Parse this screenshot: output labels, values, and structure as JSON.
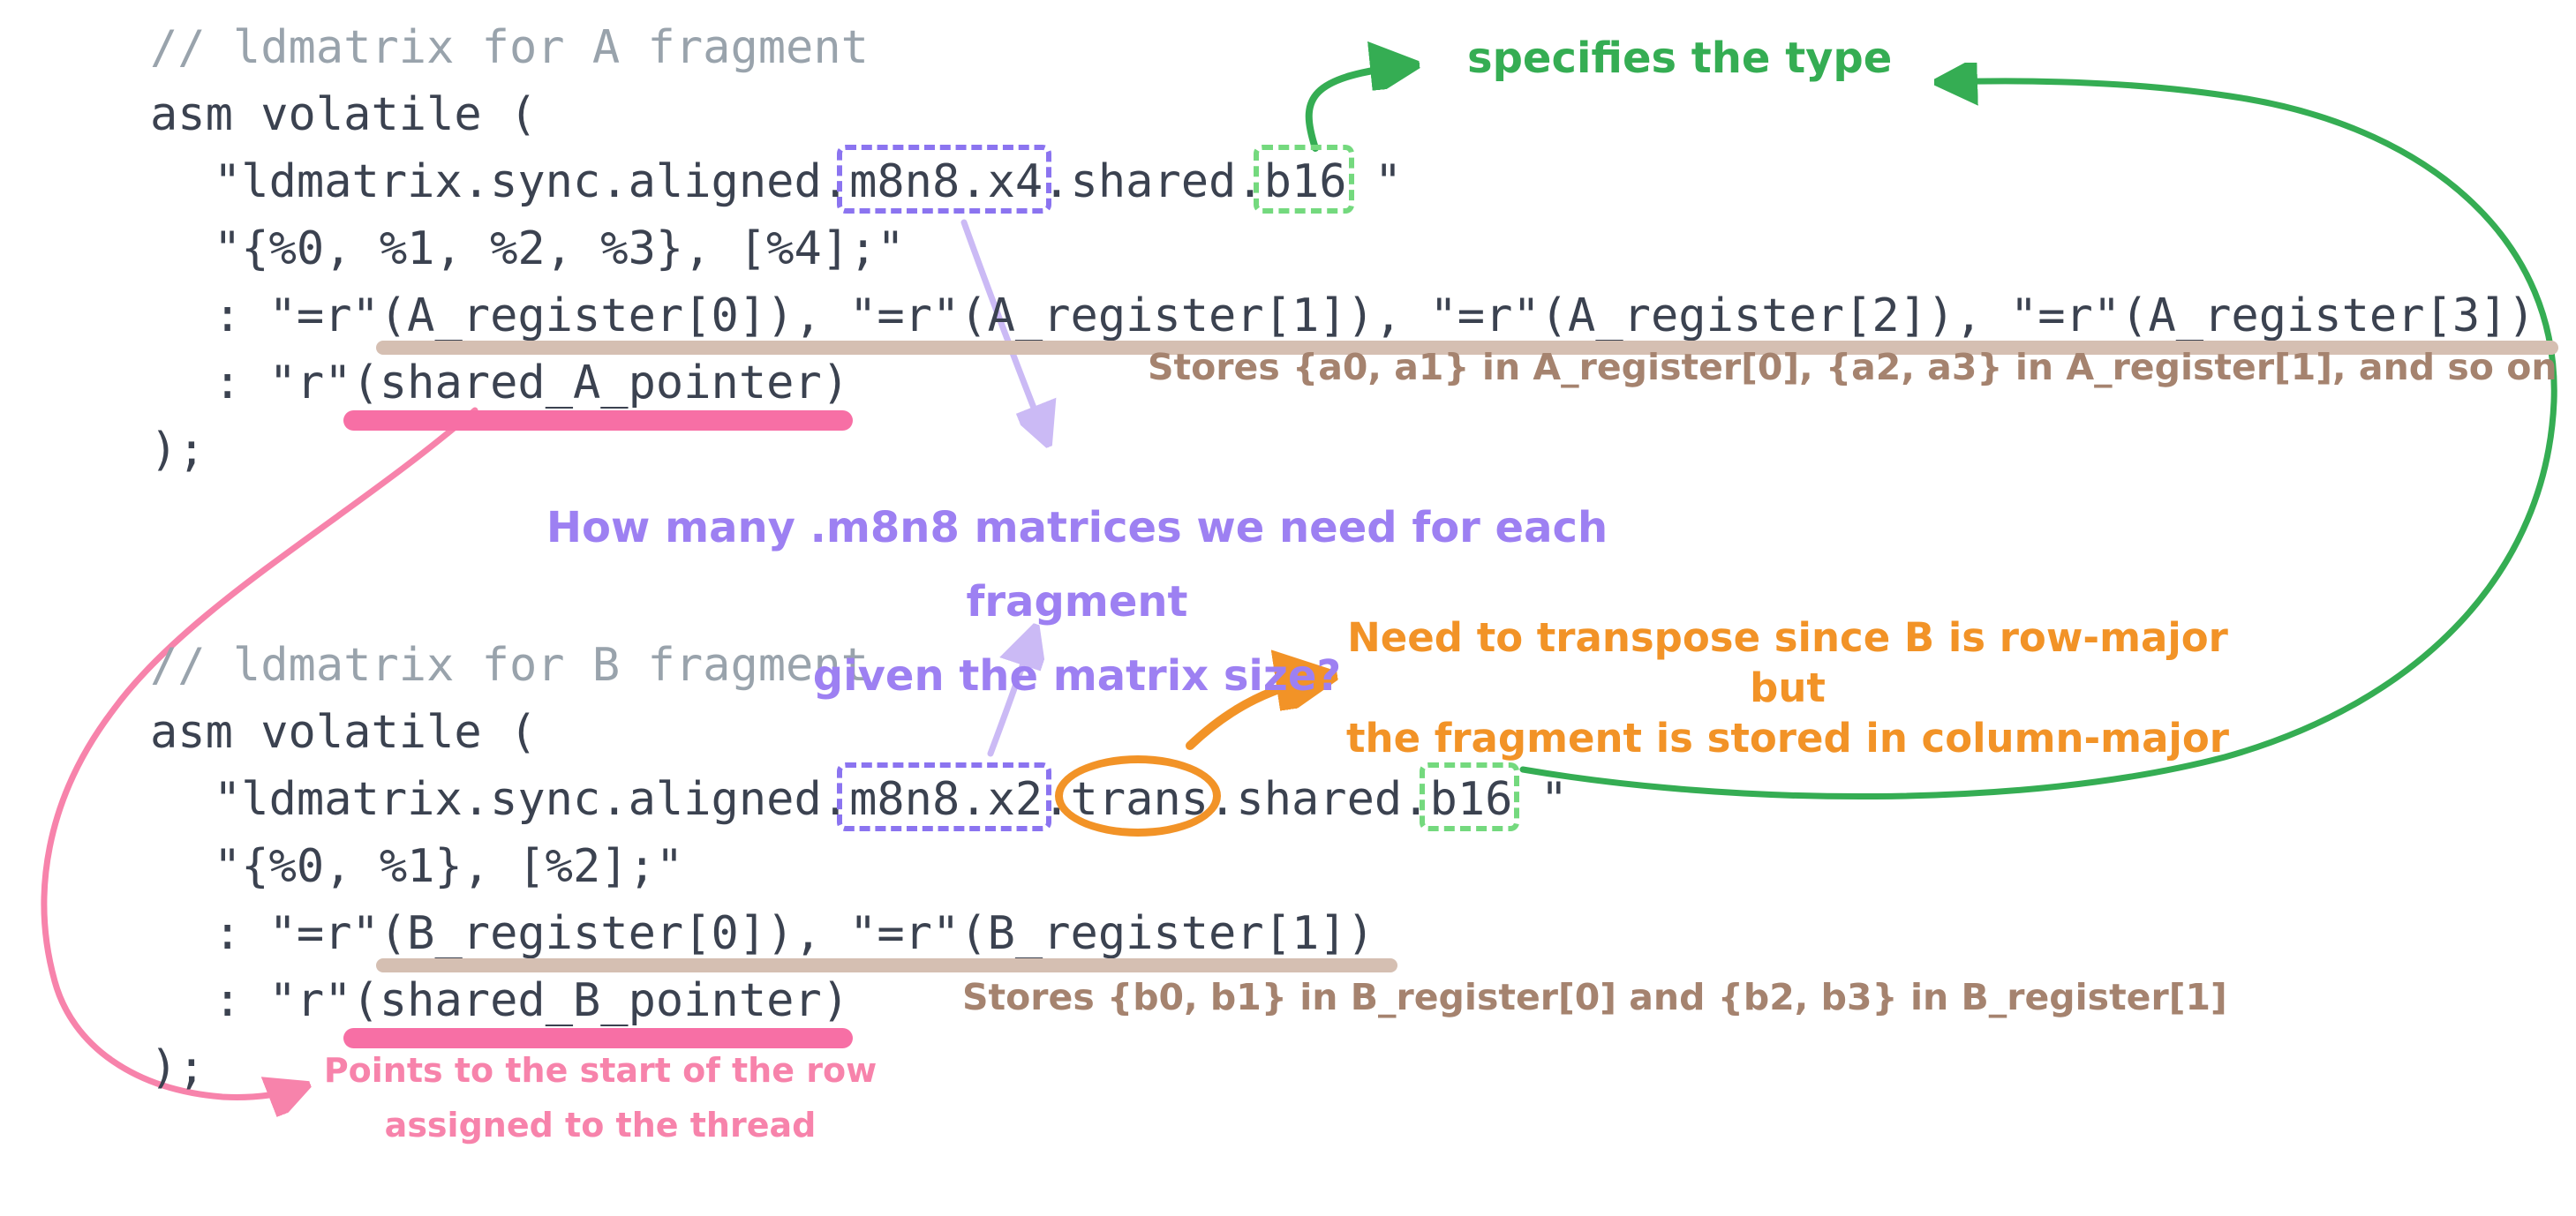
{
  "colors": {
    "background": "#ffffff",
    "code_text": "#3b4250",
    "comment_text": "#99a3ac",
    "purple_box": "#8b74f0",
    "purple_text": "#9d80f2",
    "light_purple_arrow": "#cbbaf5",
    "green_box": "#74d97e",
    "green": "#35ad53",
    "orange": "#f29327",
    "pink": "#f783ab",
    "pink_underline": "#f76fa5",
    "tan_underline": "#d5bfb2",
    "brown_text": "#a5836f"
  },
  "code": {
    "block_a": {
      "lines": [
        {
          "type": "comment",
          "indent": 0,
          "segments": [
            {
              "text": "// ldmatrix for A fragment"
            }
          ]
        },
        {
          "type": "code",
          "indent": 0,
          "segments": [
            {
              "text": "asm volatile ("
            }
          ]
        },
        {
          "type": "code",
          "indent": 1,
          "segments": [
            {
              "text": "\"ldmatrix.sync.aligned."
            },
            {
              "text": "m8n8.x4",
              "mark": "purple-box"
            },
            {
              "text": ".shared."
            },
            {
              "text": "b16",
              "mark": "green-box"
            },
            {
              "text": " \""
            }
          ]
        },
        {
          "type": "code",
          "indent": 1,
          "segments": [
            {
              "text": "\"{%0, %1, %2, %3}, [%4];\""
            }
          ]
        },
        {
          "type": "code",
          "indent": 1,
          "segments": [
            {
              "text": ": \"=r\""
            },
            {
              "text": "(A_register[0]), \"=r\"(A_register[1]), \"=r\"(A_register[2]), \"=r\"(A_register[3])",
              "mark": "tan-underline"
            }
          ]
        },
        {
          "type": "code",
          "indent": 1,
          "segments": [
            {
              "text": ": \"r\""
            },
            {
              "text": "(shared_A_pointer)",
              "mark": "pink-underline"
            }
          ]
        },
        {
          "type": "code",
          "indent": 0,
          "segments": [
            {
              "text": ");"
            }
          ]
        }
      ]
    },
    "block_b": {
      "lines": [
        {
          "type": "comment",
          "indent": 0,
          "segments": [
            {
              "text": "// ldmatrix for B fragment"
            }
          ]
        },
        {
          "type": "code",
          "indent": 0,
          "segments": [
            {
              "text": "asm volatile ("
            }
          ]
        },
        {
          "type": "code",
          "indent": 1,
          "segments": [
            {
              "text": "\"ldmatrix.sync.aligned."
            },
            {
              "text": "m8n8.x2",
              "mark": "purple-box"
            },
            {
              "text": "."
            },
            {
              "text": "trans",
              "mark": "orange-circle"
            },
            {
              "text": ".shared."
            },
            {
              "text": "b16",
              "mark": "green-box"
            },
            {
              "text": " \""
            }
          ]
        },
        {
          "type": "code",
          "indent": 1,
          "segments": [
            {
              "text": "\"{%0, %1}, [%2];\""
            }
          ]
        },
        {
          "type": "code",
          "indent": 1,
          "segments": [
            {
              "text": ": \"=r\""
            },
            {
              "text": "(B_register[0]), \"=r\"(B_register[1])",
              "mark": "tan-underline"
            }
          ]
        },
        {
          "type": "code",
          "indent": 1,
          "segments": [
            {
              "text": ": \"r\""
            },
            {
              "text": "(shared_B_pointer)",
              "mark": "pink-underline"
            }
          ]
        },
        {
          "type": "code",
          "indent": 0,
          "segments": [
            {
              "text": ");"
            }
          ]
        }
      ]
    }
  },
  "annotations": {
    "specifies_type": {
      "text": "specifies the type"
    },
    "matrix_count_question": {
      "line1": "How many .m8n8 matrices we need for each fragment",
      "line2": "given the matrix size?"
    },
    "transpose_note": {
      "line1": "Need to transpose since B is row-major but",
      "line2": "the fragment is stored in column-major"
    },
    "stores_a_note": {
      "text": "Stores {a0, a1} in A_register[0], {a2, a3} in A_register[1], and so on"
    },
    "stores_b_note": {
      "text": "Stores {b0, b1} in B_register[0] and {b2, b3} in B_register[1]"
    },
    "pointer_note": {
      "line1": "Points to the start of the row",
      "line2": "assigned to the thread"
    }
  }
}
